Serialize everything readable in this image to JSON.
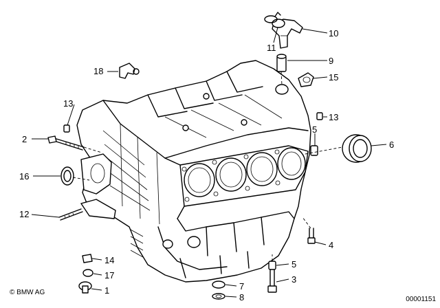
{
  "callouts": {
    "c1": "1",
    "c2": "2",
    "c3": "3",
    "c4": "4",
    "c5a": "5",
    "c5b": "5",
    "c6": "6",
    "c7": "7",
    "c8": "8",
    "c9": "9",
    "c10": "10",
    "c11": "11",
    "c12": "12",
    "c13a": "13",
    "c13b": "13",
    "c14": "14",
    "c15": "15",
    "c16": "16",
    "c17": "17",
    "c18": "18"
  },
  "footer": {
    "copyright": "© BMW AG",
    "document_number": "00001151"
  }
}
